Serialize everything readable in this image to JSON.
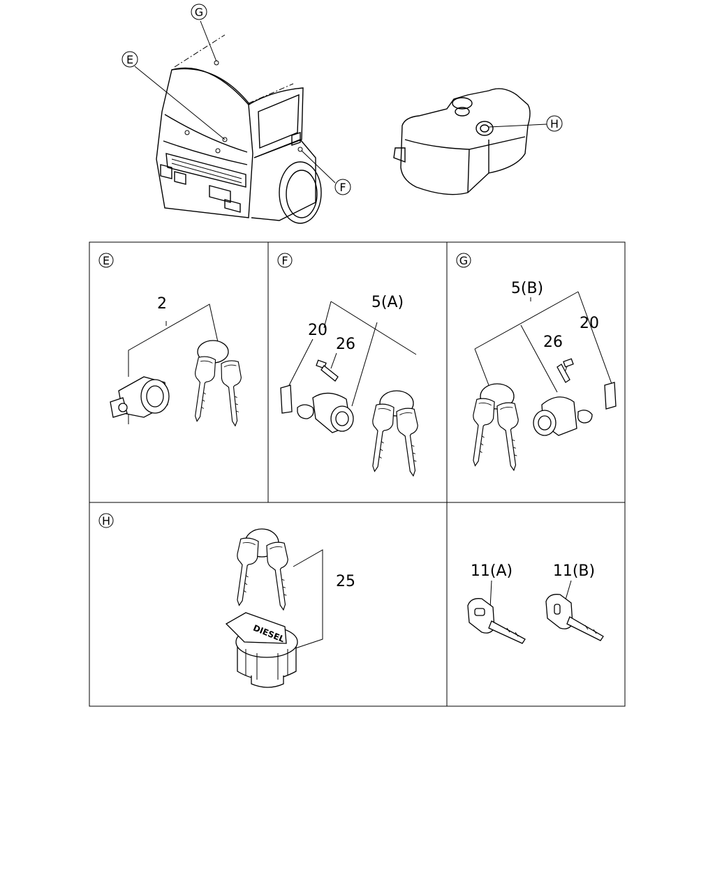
{
  "overview": {
    "callouts": [
      {
        "id": "g",
        "text": "G"
      },
      {
        "id": "e",
        "text": "E"
      },
      {
        "id": "f",
        "text": "F"
      },
      {
        "id": "h",
        "text": "H"
      }
    ]
  },
  "panels": {
    "e": {
      "letter": "E",
      "parts": [
        "2"
      ]
    },
    "f": {
      "letter": "F",
      "parts": [
        "5(A)",
        "20",
        "26"
      ]
    },
    "g": {
      "letter": "G",
      "parts": [
        "5(B)",
        "26",
        "20"
      ]
    },
    "h": {
      "letter": "H",
      "parts": [
        "25"
      ],
      "cap_text": "DIESEL"
    },
    "keys": {
      "parts": [
        "11(A)",
        "11(B)"
      ]
    }
  }
}
